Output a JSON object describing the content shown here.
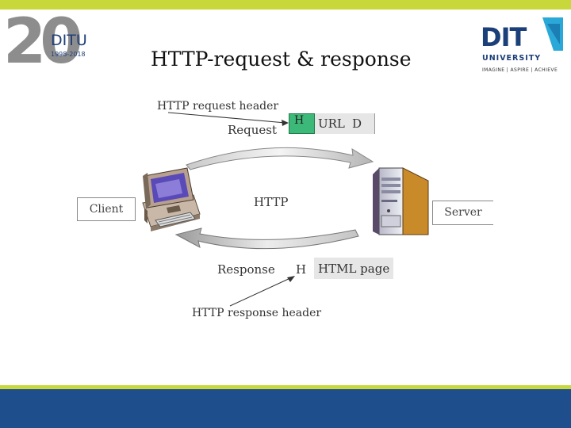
{
  "header": {
    "title": "HTTP-request & response",
    "left_logo": {
      "numeral": "20",
      "name": "DITU",
      "years": "1998-2018"
    },
    "right_logo": {
      "name": "DIT",
      "subtitle": "UNIVERSITY",
      "tagline": "IMAGINE | ASPIRE | ACHIEVE"
    }
  },
  "diagram": {
    "request_header_label": "HTTP request header",
    "request_label": "Request",
    "request_packet": {
      "header": "H",
      "url": "URL",
      "data": "D"
    },
    "protocol_label": "HTTP",
    "client_label": "Client",
    "server_label": "Server",
    "response_label": "Response",
    "response_packet": {
      "header": "H",
      "html": "HTML page"
    },
    "response_header_label": "HTTP response header"
  },
  "colors": {
    "accent_bar": "#c8d83a",
    "footer": "#1f4e8c",
    "header_green": "#3cb878"
  }
}
